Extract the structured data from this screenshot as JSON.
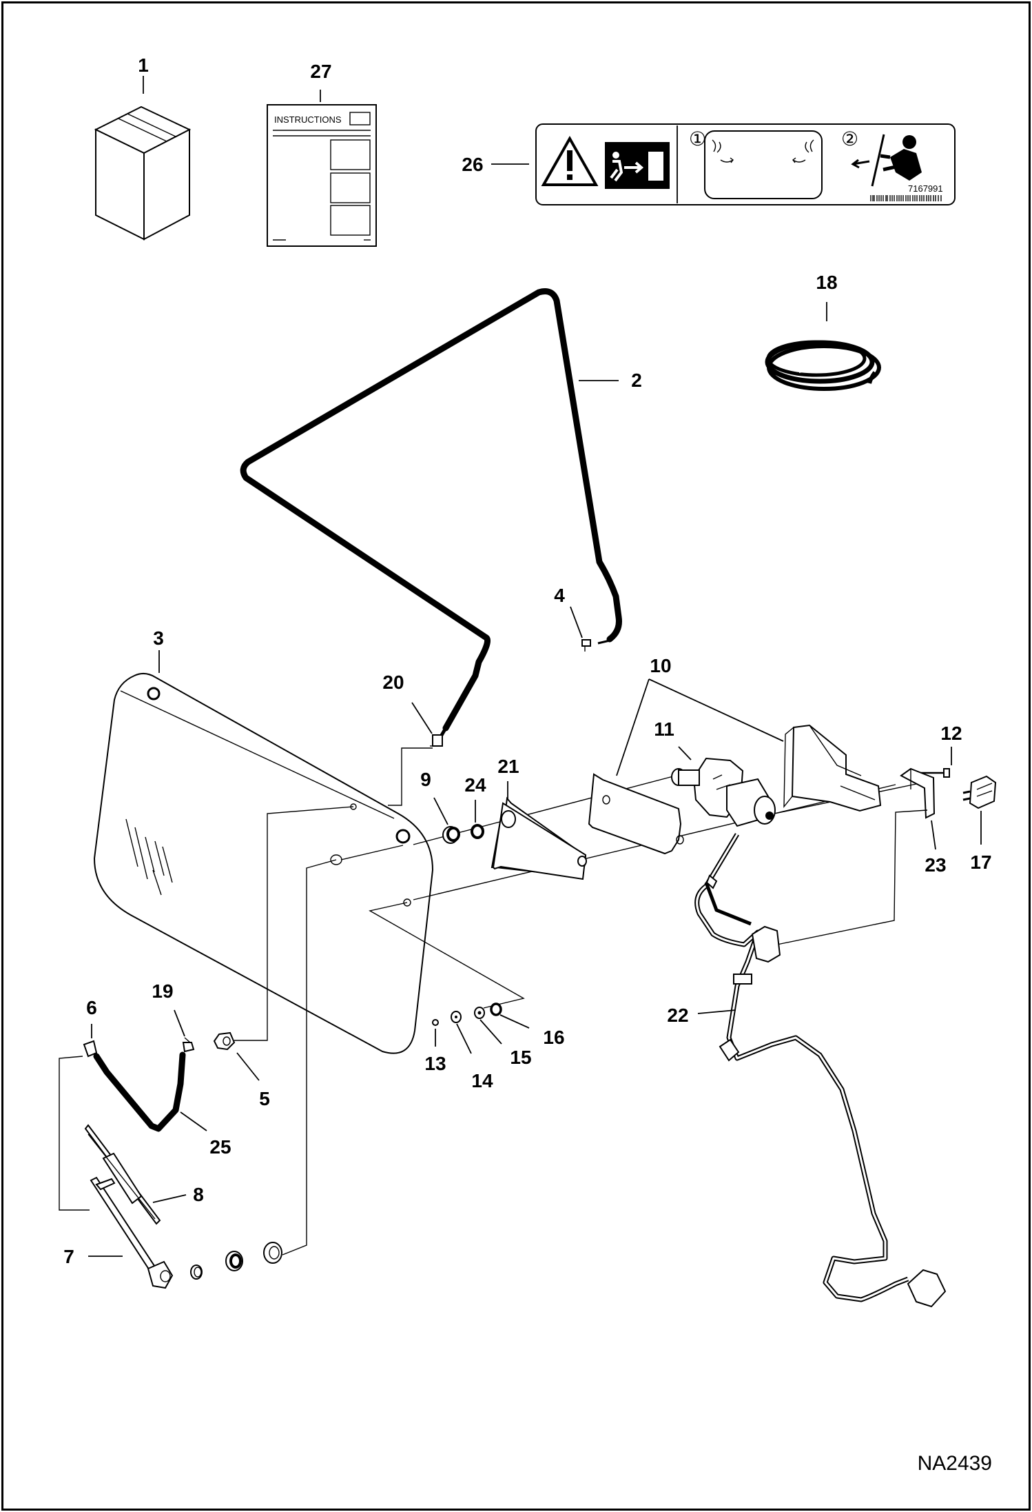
{
  "diagram": {
    "drawing_code": "NA2439",
    "callouts": [
      "1",
      "2",
      "3",
      "4",
      "5",
      "6",
      "7",
      "8",
      "9",
      "10",
      "11",
      "12",
      "13",
      "14",
      "15",
      "16",
      "17",
      "18",
      "19",
      "20",
      "21",
      "22",
      "23",
      "24",
      "25",
      "26",
      "27"
    ],
    "instructions_sheet": {
      "heading": "INSTRUCTIONS"
    },
    "decal": {
      "step1": "①",
      "step2": "②",
      "part_number": "7167991"
    }
  }
}
